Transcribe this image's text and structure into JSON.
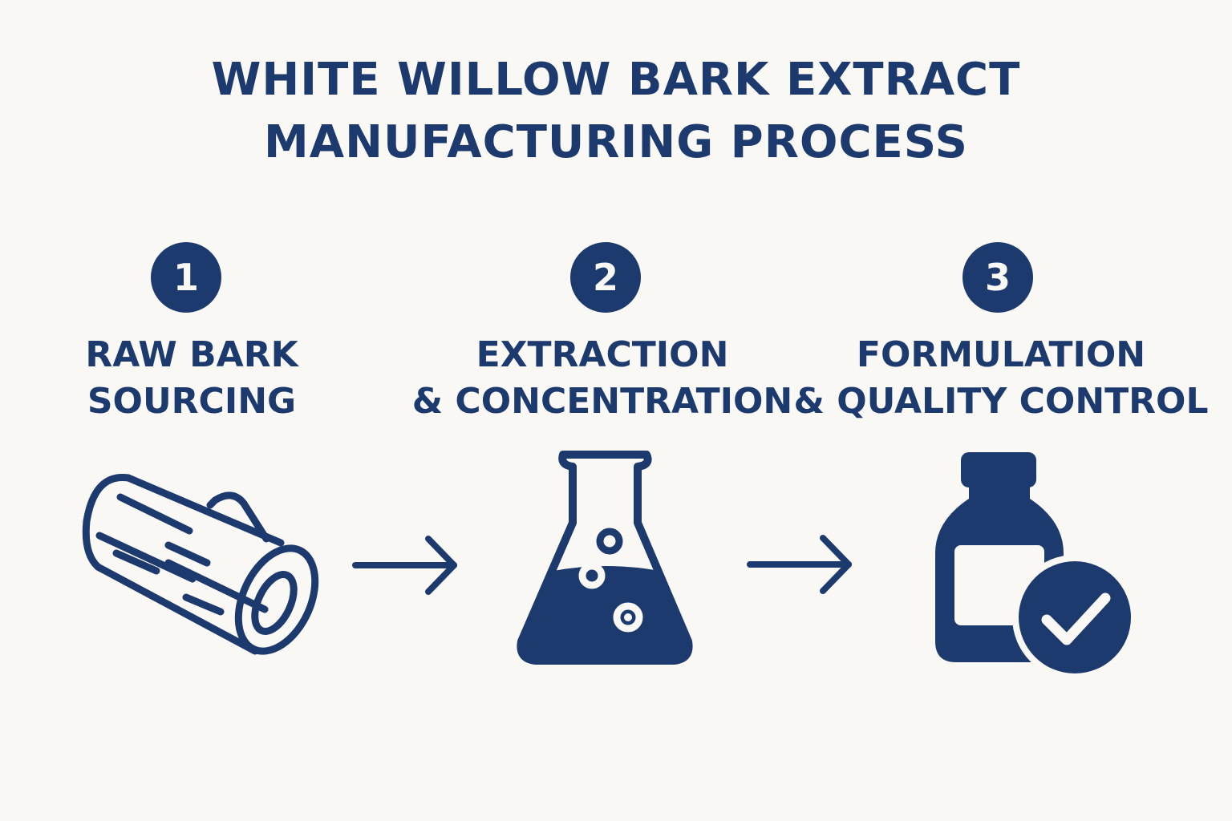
{
  "title": {
    "line1": "WHITE WILLOW BARK EXTRACT",
    "line2": "MANUFACTURING PROCESS"
  },
  "steps": [
    {
      "number": "1",
      "line1": "RAW BARK",
      "line2": "SOURCING",
      "icon": "log-icon"
    },
    {
      "number": "2",
      "line1": "EXTRACTION",
      "line2": "& CONCENTRATION",
      "icon": "flask-icon"
    },
    {
      "number": "3",
      "line1": "FORMULATION",
      "line2": "& QUALITY CONTROL",
      "icon": "bottle-check-icon"
    }
  ],
  "colors": {
    "primary": "#1d3a6e",
    "background": "#faf8f4"
  }
}
